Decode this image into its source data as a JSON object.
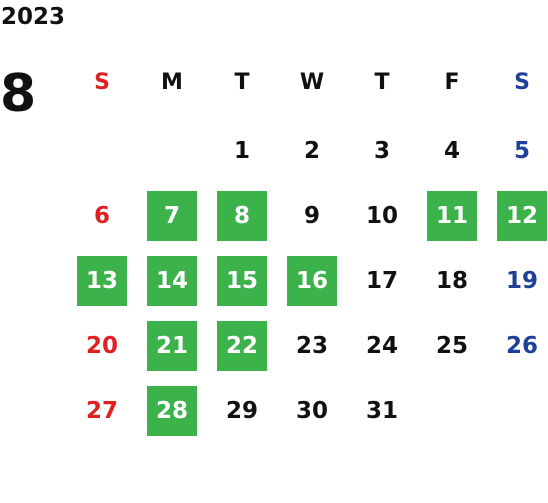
{
  "year": "2023",
  "month": "8",
  "colors": {
    "sunday": "#e02020",
    "saturday": "#1f3f99",
    "weekday": "#111111",
    "highlight_bg": "#3bb24a",
    "highlight_fg": "#ffffff"
  },
  "weekday_headers": [
    "S",
    "M",
    "T",
    "W",
    "T",
    "F",
    "S"
  ],
  "weeks": [
    [
      {
        "day": ""
      },
      {
        "day": ""
      },
      {
        "day": "1"
      },
      {
        "day": "2"
      },
      {
        "day": "3"
      },
      {
        "day": "4"
      },
      {
        "day": "5"
      }
    ],
    [
      {
        "day": "6"
      },
      {
        "day": "7",
        "highlight": true
      },
      {
        "day": "8",
        "highlight": true
      },
      {
        "day": "9"
      },
      {
        "day": "10"
      },
      {
        "day": "11",
        "highlight": true
      },
      {
        "day": "12",
        "highlight": true
      }
    ],
    [
      {
        "day": "13",
        "highlight": true
      },
      {
        "day": "14",
        "highlight": true
      },
      {
        "day": "15",
        "highlight": true
      },
      {
        "day": "16",
        "highlight": true
      },
      {
        "day": "17"
      },
      {
        "day": "18"
      },
      {
        "day": "19"
      }
    ],
    [
      {
        "day": "20"
      },
      {
        "day": "21",
        "highlight": true
      },
      {
        "day": "22",
        "highlight": true
      },
      {
        "day": "23"
      },
      {
        "day": "24"
      },
      {
        "day": "25"
      },
      {
        "day": "26"
      }
    ],
    [
      {
        "day": "27"
      },
      {
        "day": "28",
        "highlight": true
      },
      {
        "day": "29"
      },
      {
        "day": "30"
      },
      {
        "day": "31"
      },
      {
        "day": ""
      },
      {
        "day": ""
      }
    ]
  ]
}
